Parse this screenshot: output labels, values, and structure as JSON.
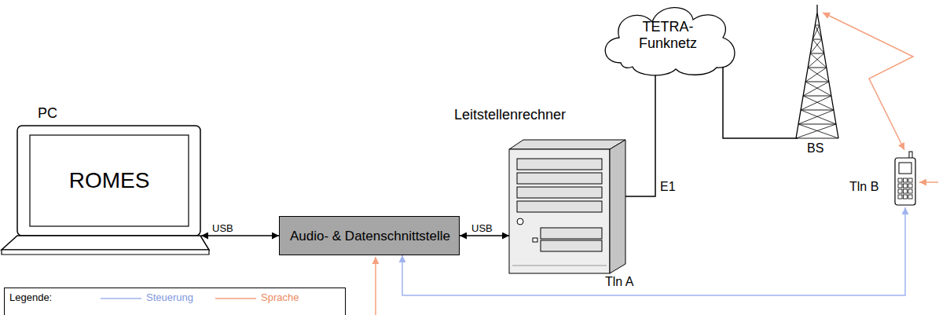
{
  "diagram": {
    "nodes": [
      {
        "text": [
          "PC",
          "ROMES"
        ]
      },
      {
        "text": [
          "Audio- & Datenschnittstelle"
        ]
      },
      {
        "text": [
          "Leitstellenrechner",
          "Tln A"
        ]
      },
      {
        "text": [
          "TETRA- Funknetz"
        ]
      },
      {
        "text": [
          "BS"
        ]
      },
      {
        "text": [
          "Tln B"
        ]
      }
    ],
    "edges": [
      {
        "from": 0,
        "to": 1,
        "label": "USB",
        "arrow": "both"
      },
      {
        "from": 1,
        "to": 2,
        "label": "USB",
        "arrow": "both"
      },
      {
        "from": 2,
        "to": 3,
        "label": "E1",
        "arrow": "none"
      },
      {
        "from": 3,
        "to": 4,
        "arrow": "none"
      },
      {
        "from": 4,
        "to": 5,
        "arrow": "both"
      },
      {
        "from": 5,
        "to": 1,
        "arrow": "both"
      }
    ],
    "labels": [
      "Legende:"
    ],
    "legend": [
      {
        "text": "Steuerung"
      },
      {
        "text": "Sprache"
      }
    ]
  }
}
